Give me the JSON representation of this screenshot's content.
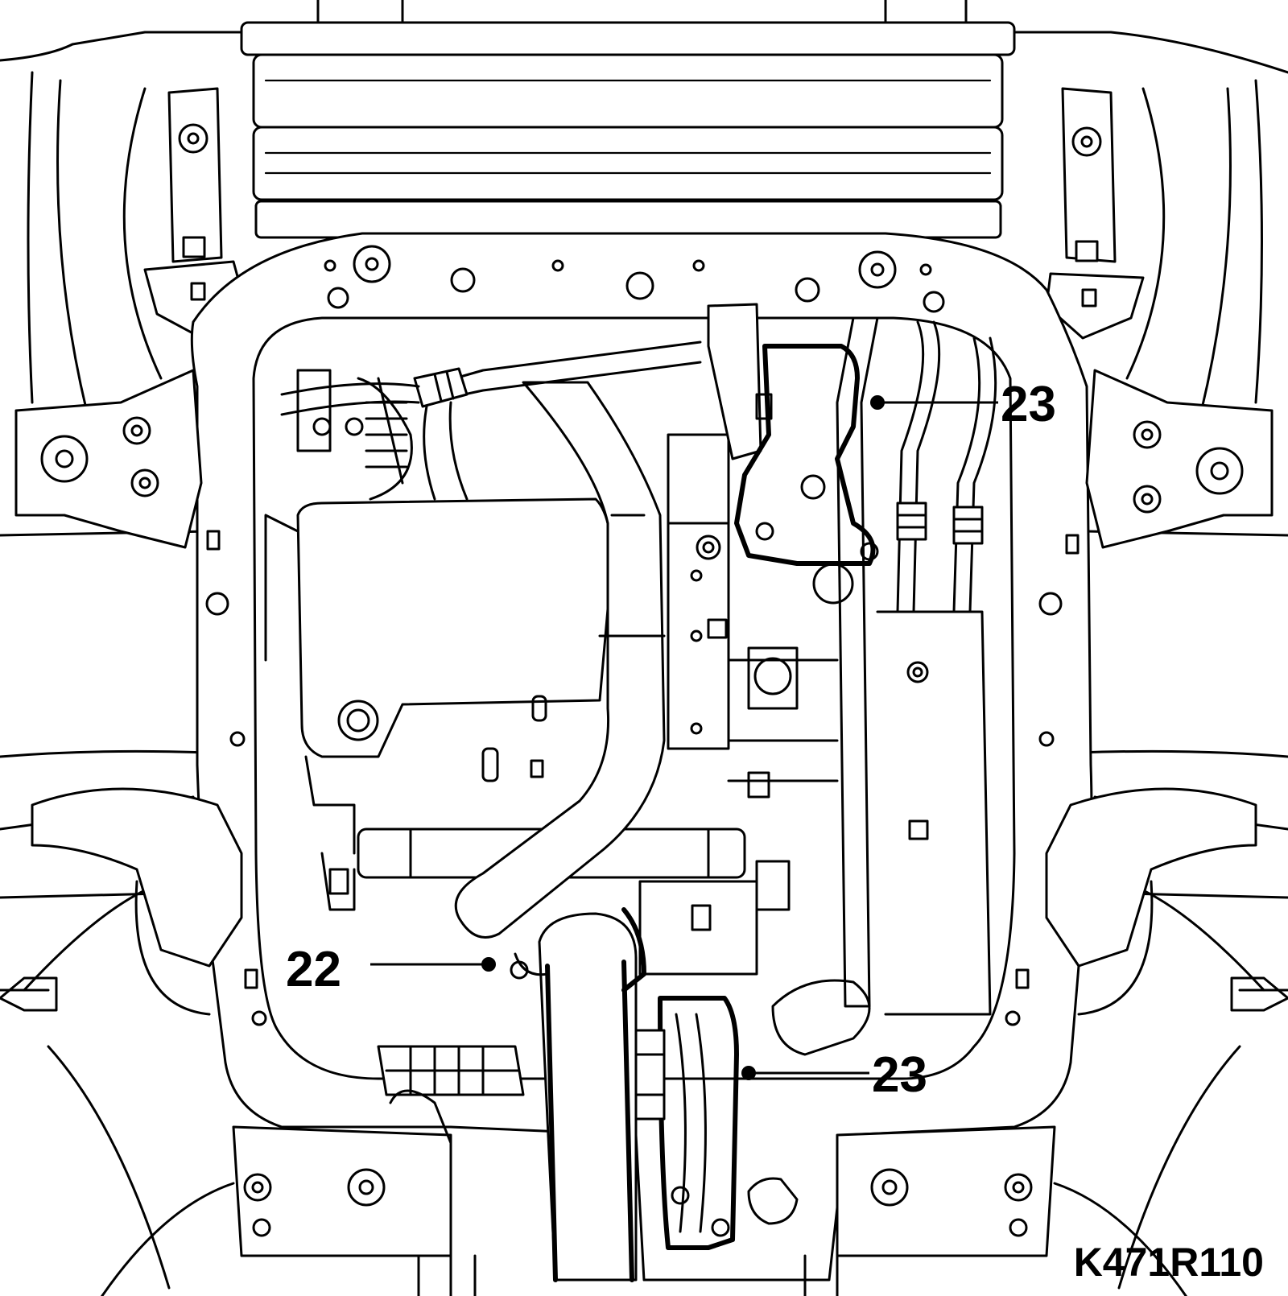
{
  "callouts": [
    {
      "id": "c22",
      "label": "22"
    },
    {
      "id": "c23a",
      "label": "23"
    },
    {
      "id": "c23b",
      "label": "23"
    }
  ],
  "reference_code": "K471R110"
}
